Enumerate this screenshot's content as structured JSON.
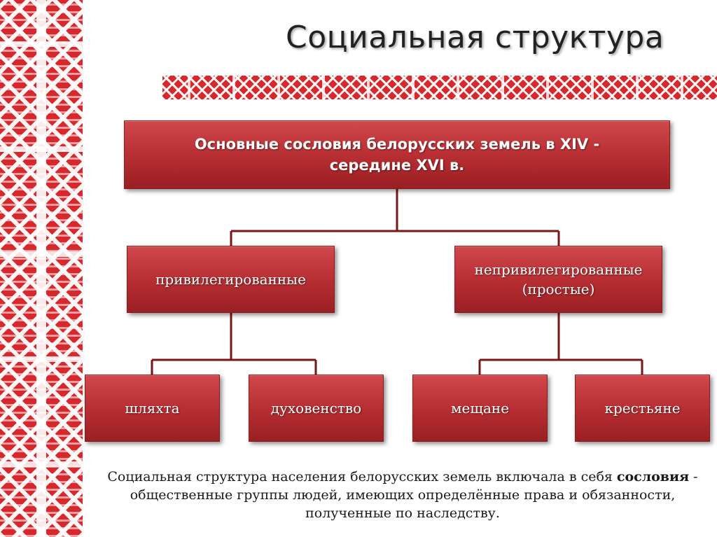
{
  "slide": {
    "title": "Социальная структура",
    "root": {
      "line1": "Основные сословия белорусских земель в XIV -",
      "line2": "середине XVI в."
    },
    "privileged": {
      "label": "привилегированные"
    },
    "nonprivileged": {
      "line1": "непривилегированные",
      "line2": "(простые)"
    },
    "leaves": [
      "шляхта",
      "духовенство",
      "мещане",
      "крестьяне"
    ],
    "caption": {
      "part1": "Социальная структура населения белорусских земель включала в себя",
      "term": "сословия",
      "part2": " - общественные группы людей, имеющих определённые права и обязанности, полученные по наследству."
    }
  },
  "colors": {
    "box_fill": "#b52d31",
    "connector": "#7a1518",
    "ornament": "#d6282d"
  }
}
